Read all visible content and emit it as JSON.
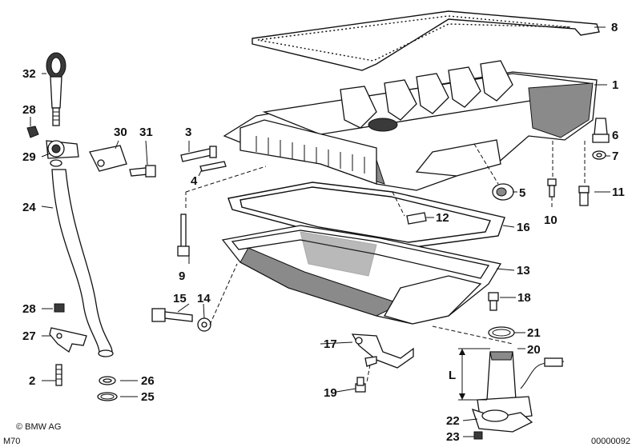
{
  "callouts": {
    "c1": "1",
    "c2": "2",
    "c3": "3",
    "c4": "4",
    "c5": "5",
    "c6": "6",
    "c7": "7",
    "c8": "8",
    "c9": "9",
    "c10": "10",
    "c11": "11",
    "c12": "12",
    "c13": "13",
    "c14": "14",
    "c15": "15",
    "c16": "16",
    "c17": "17",
    "c18": "18",
    "c19": "19",
    "c20": "20",
    "c21": "21",
    "c22": "22",
    "c23": "23",
    "c24": "24",
    "c25": "25",
    "c26": "26",
    "c27": "27",
    "c28a": "28",
    "c28b": "28",
    "c29": "29",
    "c30": "30",
    "c31": "31",
    "c32": "32"
  },
  "dimension_label": "L",
  "copyright": "© BMW AG",
  "model_code": "M70",
  "diagram_number": "00000092"
}
